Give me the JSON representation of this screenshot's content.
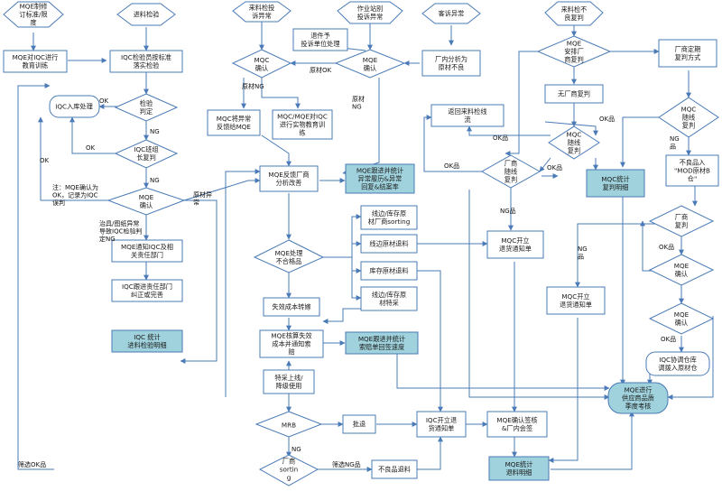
{
  "nodes": {
    "n_mqe_std": [
      "MQE制修",
      "订标准/限",
      "度"
    ],
    "n_edu": [
      "MQE对IQC进行",
      "教育训练"
    ],
    "n_inspect": [
      "进料检验"
    ],
    "n_iqc_std": [
      "IQC检验员按标准",
      "落实检验"
    ],
    "n_judge": [
      "检验",
      "判定"
    ],
    "n_warehouse": [
      "IQC入库处理"
    ],
    "n_iqc_lead": [
      "IQC班组",
      "长复判"
    ],
    "n_mqe_confirm1": [
      "MQE",
      "确认"
    ],
    "n_notify": [
      "MQE通知IQC及相",
      "关责任部门"
    ],
    "n_track": [
      "IQC跟进责任部门",
      "纠正或完善"
    ],
    "n_stats1": [
      "IQC 统计",
      "进料检验明细"
    ],
    "n_line_complaint": [
      "来料检投",
      "诉异常"
    ],
    "n_op_complaint": [
      "作业站别",
      "投诉异常"
    ],
    "n_cust": [
      "客诉异常"
    ],
    "n_mqc_confirm": [
      "MQC",
      "确认"
    ],
    "n_reply": [
      "退件予",
      "投诉单位处理"
    ],
    "n_mqe_confirm2": [
      "MQE",
      "确认"
    ],
    "n_factory_analysis": [
      "厂内分析为",
      "原材不良"
    ],
    "n_mqc_feedback": [
      "MQC将异常",
      "反馈给MQE"
    ],
    "n_edu2": [
      "MQC/MQE对IQC",
      "进行实物教育训",
      "练"
    ],
    "n_vendor_analysis": [
      "MQE反馈厂商",
      "分析改善"
    ],
    "n_stats2": [
      "MQE跟进并统计",
      "异常履历&异常",
      "回复&结案率"
    ],
    "n_line_sort": [
      "线边/库存原",
      "材厂商sorting"
    ],
    "n_line_return": [
      "线边原材退料"
    ],
    "n_stock_return": [
      "库存原材退料"
    ],
    "n_line_special": [
      "线边/库存原",
      "材特采"
    ],
    "n_mqe_handle": [
      "MQE处理",
      "不合格品"
    ],
    "n_loss": [
      "失效成本转嫁"
    ],
    "n_loss_claim": [
      "MQE核算失效",
      "成本并通知索",
      "赔"
    ],
    "n_stats3": [
      "MQE跟进并统计",
      "索赔单回签速度"
    ],
    "n_special": [
      "特采上线/",
      "降级使用"
    ],
    "n_mrb": [
      "MRB"
    ],
    "n_approve": [
      "批退"
    ],
    "n_iqc_return": [
      "IQC开立退",
      "货通知单"
    ],
    "n_vendor_sort": [
      "厂商",
      "sortin",
      "g"
    ],
    "n_bad_return": [
      "不良品退料"
    ],
    "n_confirm_sign": [
      "MQE确认签核",
      "&厂内会签"
    ],
    "n_stats4": [
      "MQE统计",
      "退料明细"
    ],
    "n_incoming_bad": [
      "来料检不",
      "良复判"
    ],
    "n_mqe_arrange": [
      "MQE",
      "安排厂",
      "商复判"
    ],
    "n_no_vendor": [
      "无厂商复判"
    ],
    "n_return_line": [
      "返回来料检线",
      "流"
    ],
    "n_mqc_recheck": [
      "MQC",
      "随线",
      "复判"
    ],
    "n_vendor_recheck": [
      "厂商",
      "随线",
      "复判"
    ],
    "n_mqc_open1": [
      "MQC开立",
      "退货通知单"
    ],
    "n_stats5": [
      "MQC统计",
      "复判明细"
    ],
    "n_vendor_periodic": [
      "厂商定期",
      "复判方式"
    ],
    "n_mqc_random": [
      "MQC",
      "随线",
      "复判"
    ],
    "n_mod": [
      "不良品入",
      "\"MOD原材B",
      "仓\""
    ],
    "n_vendor_recheck2": [
      "厂商",
      "复判"
    ],
    "n_mqe_confirm3": [
      "MQE",
      "确认"
    ],
    "n_mqe_confirm4": [
      "MQE",
      "确认"
    ],
    "n_iqc_coord": [
      "IQC协调仓库",
      "调拨入原材仓"
    ],
    "n_mqc_open2": [
      "MQC开立",
      "退货通知单"
    ],
    "n_quarterly": [
      "MQE进行",
      "供应商品质",
      "季度考核"
    ]
  },
  "labels": {
    "ok1": "OK",
    "ok2": "OK",
    "ok3": "OK",
    "ng1": "NG",
    "ng2": "NG",
    "raw_ng": "原材NG",
    "raw_ok": "原材OK",
    "raw_ng2": "原材\nNG",
    "note": "注：MQE确认为\nOK，记录为IQC\n误判",
    "jig": "治具/图纸异常\n导致IQC检验判\n定NG",
    "material_abn": "原材异\n常",
    "ng_bottom": "NG",
    "filter_ok": "筛选OK品",
    "filter_ng": "筛选NG品",
    "ok_item": "OK品",
    "ok_item2": "OK品",
    "ok_item3": "OK品",
    "ok_item4": "OK品",
    "ng_item": "NG品",
    "ng_item2": "NG\n品",
    "ng_item3": "NG\n品",
    "ok_item5": "OK品",
    "ok_item6": "OK品"
  }
}
